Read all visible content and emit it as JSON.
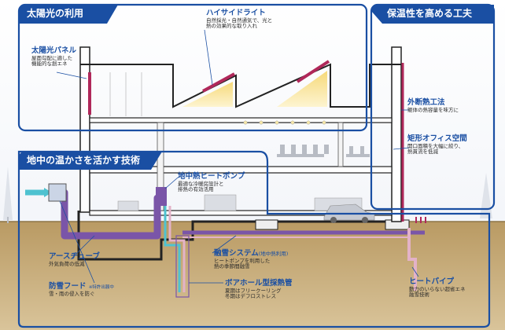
{
  "panels": {
    "solar": "太陽光の利用",
    "insulation": "保温性を高める工夫",
    "ground": "地中の温かさを活かす技術"
  },
  "labels": {
    "solar_panel": {
      "title": "太陽光パネル",
      "desc": [
        "屋面勾配に適した",
        "機能的な創エネ"
      ]
    },
    "high_side_light": {
      "title": "ハイサイドライト",
      "desc": [
        "自然採光・自然通気で、光と",
        "熱の効果的な取り入れ"
      ]
    },
    "external_insulation": {
      "title": "外断熱工法",
      "desc": [
        "躯体の熱容量を味方に"
      ]
    },
    "rect_office": {
      "title": "矩形オフィス空間",
      "desc": [
        "開口面積を大幅に絞り、",
        "熱貫流を低減"
      ]
    },
    "geo_heat_pump": {
      "title": "地中熱ヒートポンプ",
      "desc": [
        "最適な冷暖房設計と",
        "排熱の有効活用"
      ]
    },
    "earth_tube": {
      "title": "アースチューブ",
      "desc": [
        "外気負荷の低減"
      ]
    },
    "snow_system": {
      "title": "融雪システム",
      "title_sub": "(地中熱利用)",
      "desc": [
        "ヒートポンプを利用した",
        "熱の季節間融雪"
      ]
    },
    "snow_hood": {
      "title": "防雪フード",
      "title_sub": "※特許出願中",
      "desc": [
        "雪・雨の侵入を防ぐ"
      ]
    },
    "borehole": {
      "title": "ボアホール型採熱管",
      "desc": [
        "夏期はフリークーリング",
        "冬期はデフロストレス"
      ]
    },
    "heat_pipe": {
      "title": "ヒートパイプ",
      "desc": [
        "動力のいらない超省エネ",
        "融雪技術"
      ]
    }
  },
  "colors": {
    "panel_blue": "#1a4fa3",
    "ground": "#c4a878",
    "purple_pipe": "#7a55a8",
    "cyan_pipe": "#4fc2d0",
    "solar_panel": "#b0285a",
    "building_line": "#222222"
  }
}
